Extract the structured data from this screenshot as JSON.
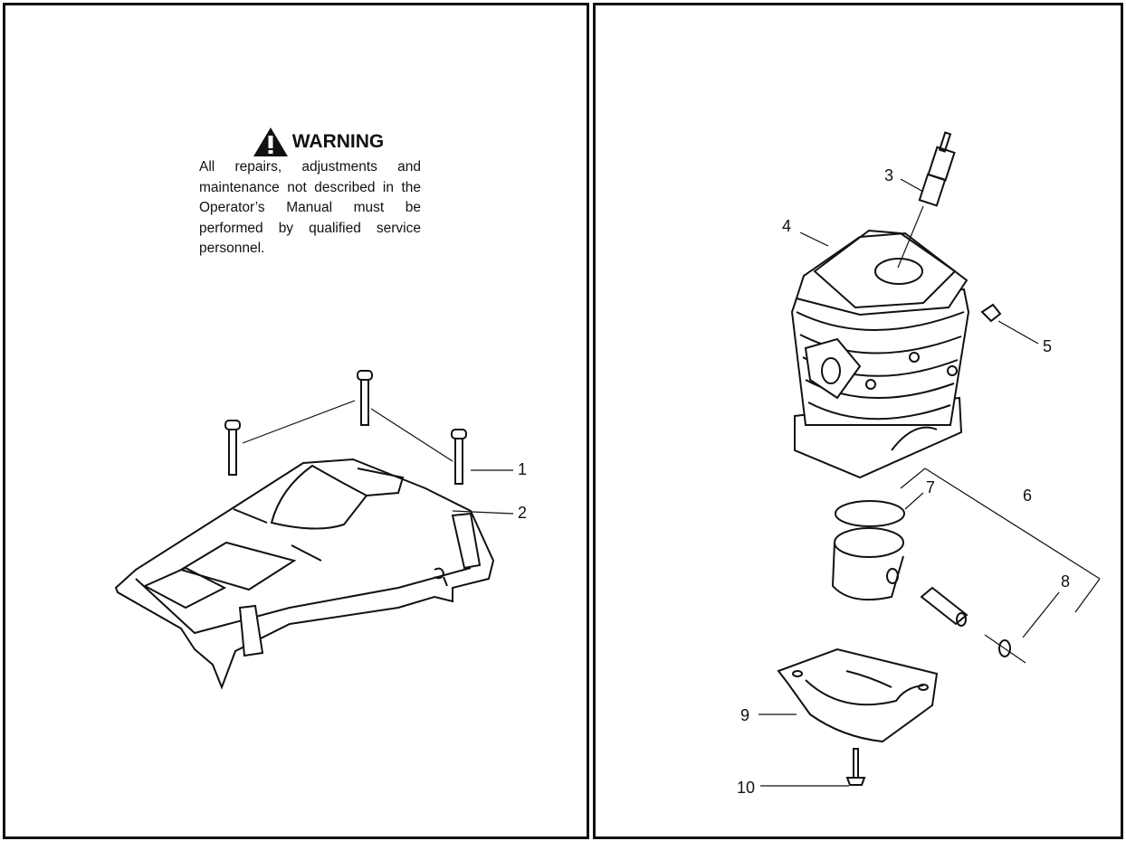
{
  "left_panel": {
    "warning": {
      "icon": "warning-triangle-icon",
      "title": "WARNING",
      "text": "All repairs, adjustments and maintenance not described in the Operator’s Manual must be performed by qualified service personnel."
    },
    "callouts": [
      "1",
      "2"
    ]
  },
  "right_panel": {
    "callouts": [
      "3",
      "4",
      "5",
      "6",
      "7",
      "8",
      "9",
      "10"
    ]
  }
}
